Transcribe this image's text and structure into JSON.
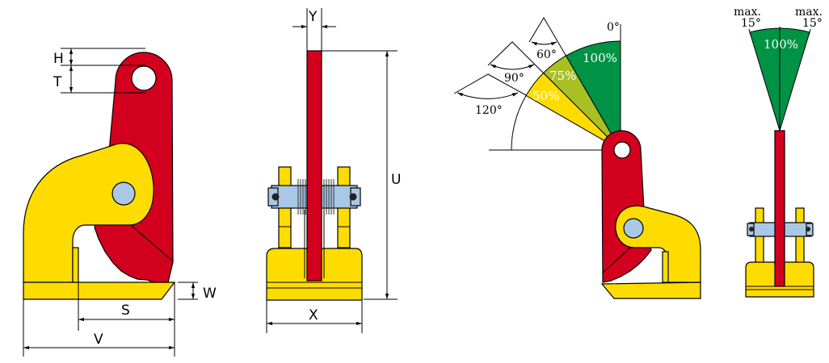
{
  "colors": {
    "red": "#D2001E",
    "yellow": "#FFDC00",
    "green": "#009245",
    "lime": "#A8C023",
    "pin": "#A9C8E6"
  },
  "side_view": {
    "labels": {
      "H": "H",
      "T": "T",
      "W": "W",
      "S": "S",
      "V": "V"
    }
  },
  "front_view": {
    "labels": {
      "Y": "Y",
      "U": "U",
      "X": "X"
    }
  },
  "angle_view": {
    "vertical_label": "0°",
    "sling_angles": [
      "60°",
      "90°",
      "120°"
    ],
    "capacities": [
      "100%",
      "75%",
      "50%"
    ]
  },
  "tilt_view": {
    "left_label": {
      "max": "max.",
      "angle": "15°"
    },
    "right_label": {
      "max": "max.",
      "angle": "15°"
    },
    "capacity": "100%"
  }
}
